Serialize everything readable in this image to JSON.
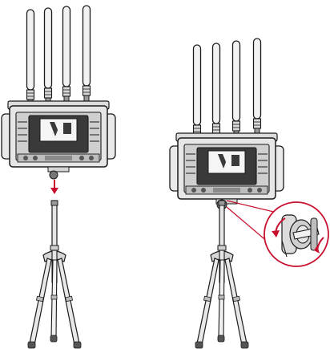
{
  "figure": {
    "panels": [
      {
        "step": "attach",
        "motion": "lower-onto-stand"
      },
      {
        "step": "secure",
        "motion": "tighten-knob"
      }
    ],
    "colors": {
      "line": "#1a1a1a",
      "device_body": "#e6e6e6",
      "device_shadow": "#7a7a7a",
      "panel_dark": "#3a3a3a",
      "accent": "#c8102e"
    },
    "icons": [
      "antenna-icon",
      "tripod-icon",
      "arrow-down-icon",
      "rotate-arrow-icon",
      "mount-knob-icon"
    ]
  }
}
